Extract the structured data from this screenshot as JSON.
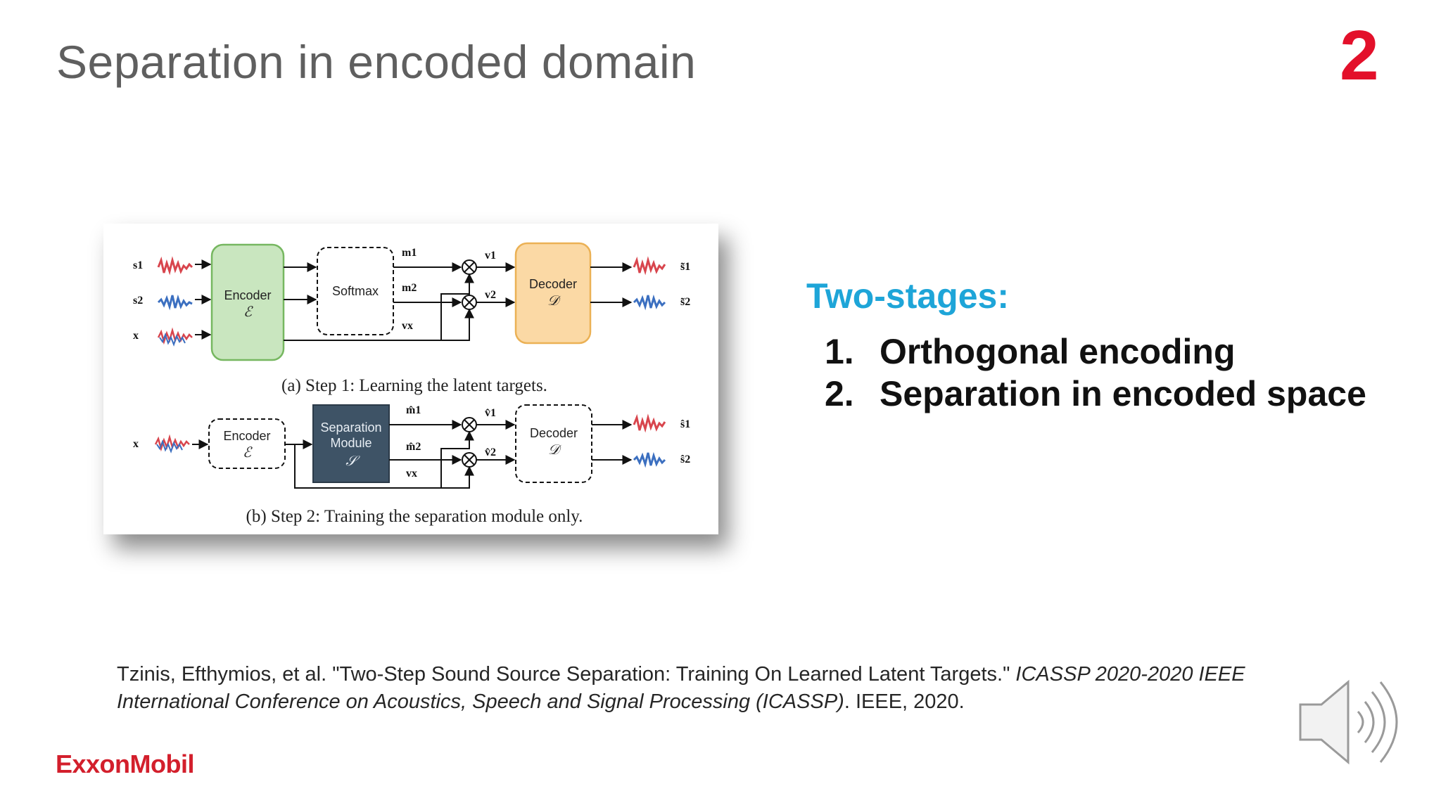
{
  "slide": {
    "title": "Separation in encoded domain",
    "number": "2"
  },
  "figure": {
    "step1": {
      "caption": "(a) Step 1: Learning the latent targets.",
      "inputs": [
        "s1",
        "s2",
        "x"
      ],
      "encoder_label": "Encoder",
      "encoder_symbol": "ℰ",
      "softmax_label": "Softmax",
      "signals": [
        "m1",
        "m2",
        "vx",
        "v1",
        "v2"
      ],
      "decoder_label": "Decoder",
      "decoder_symbol": "𝒟",
      "outputs": [
        "s̃1",
        "s̃2"
      ]
    },
    "step2": {
      "caption": "(b) Step 2: Training the separation module only.",
      "input": "x",
      "encoder_label": "Encoder",
      "encoder_symbol": "ℰ",
      "separation_label_1": "Separation",
      "separation_label_2": "Module",
      "separation_symbol": "𝒮",
      "signals": [
        "m̂1",
        "m̂2",
        "vx",
        "v̂1",
        "v̂2"
      ],
      "decoder_label": "Decoder",
      "decoder_symbol": "𝒟",
      "outputs": [
        "ŝ1",
        "ŝ2"
      ]
    },
    "colors": {
      "encoder_fill": "#c9e6bf",
      "encoder_stroke": "#76b760",
      "decoder_fill": "#fbd9a5",
      "decoder_stroke": "#ebb155",
      "separation_fill": "#3e5366",
      "wave_red": "#d8454d",
      "wave_blue": "#3b6fc0"
    }
  },
  "content": {
    "heading": "Two-stages:",
    "items": [
      {
        "num": "1.",
        "text": "Orthogonal encoding"
      },
      {
        "num": "2.",
        "text": "Separation in encoded space"
      }
    ]
  },
  "citation": {
    "authors_title": "Tzinis, Efthymios, et al. \"Two-Step Sound Source Separation: Training On Learned Latent Targets.\" ",
    "venue_part1": "ICASSP 2020-2020 IEEE",
    "venue_part2": "International Conference on Acoustics, Speech and Signal Processing (ICASSP)",
    "tail": ". IEEE, 2020."
  },
  "logo": {
    "text": "ExxonMobil"
  },
  "icons": {
    "audio": "speaker-icon"
  }
}
